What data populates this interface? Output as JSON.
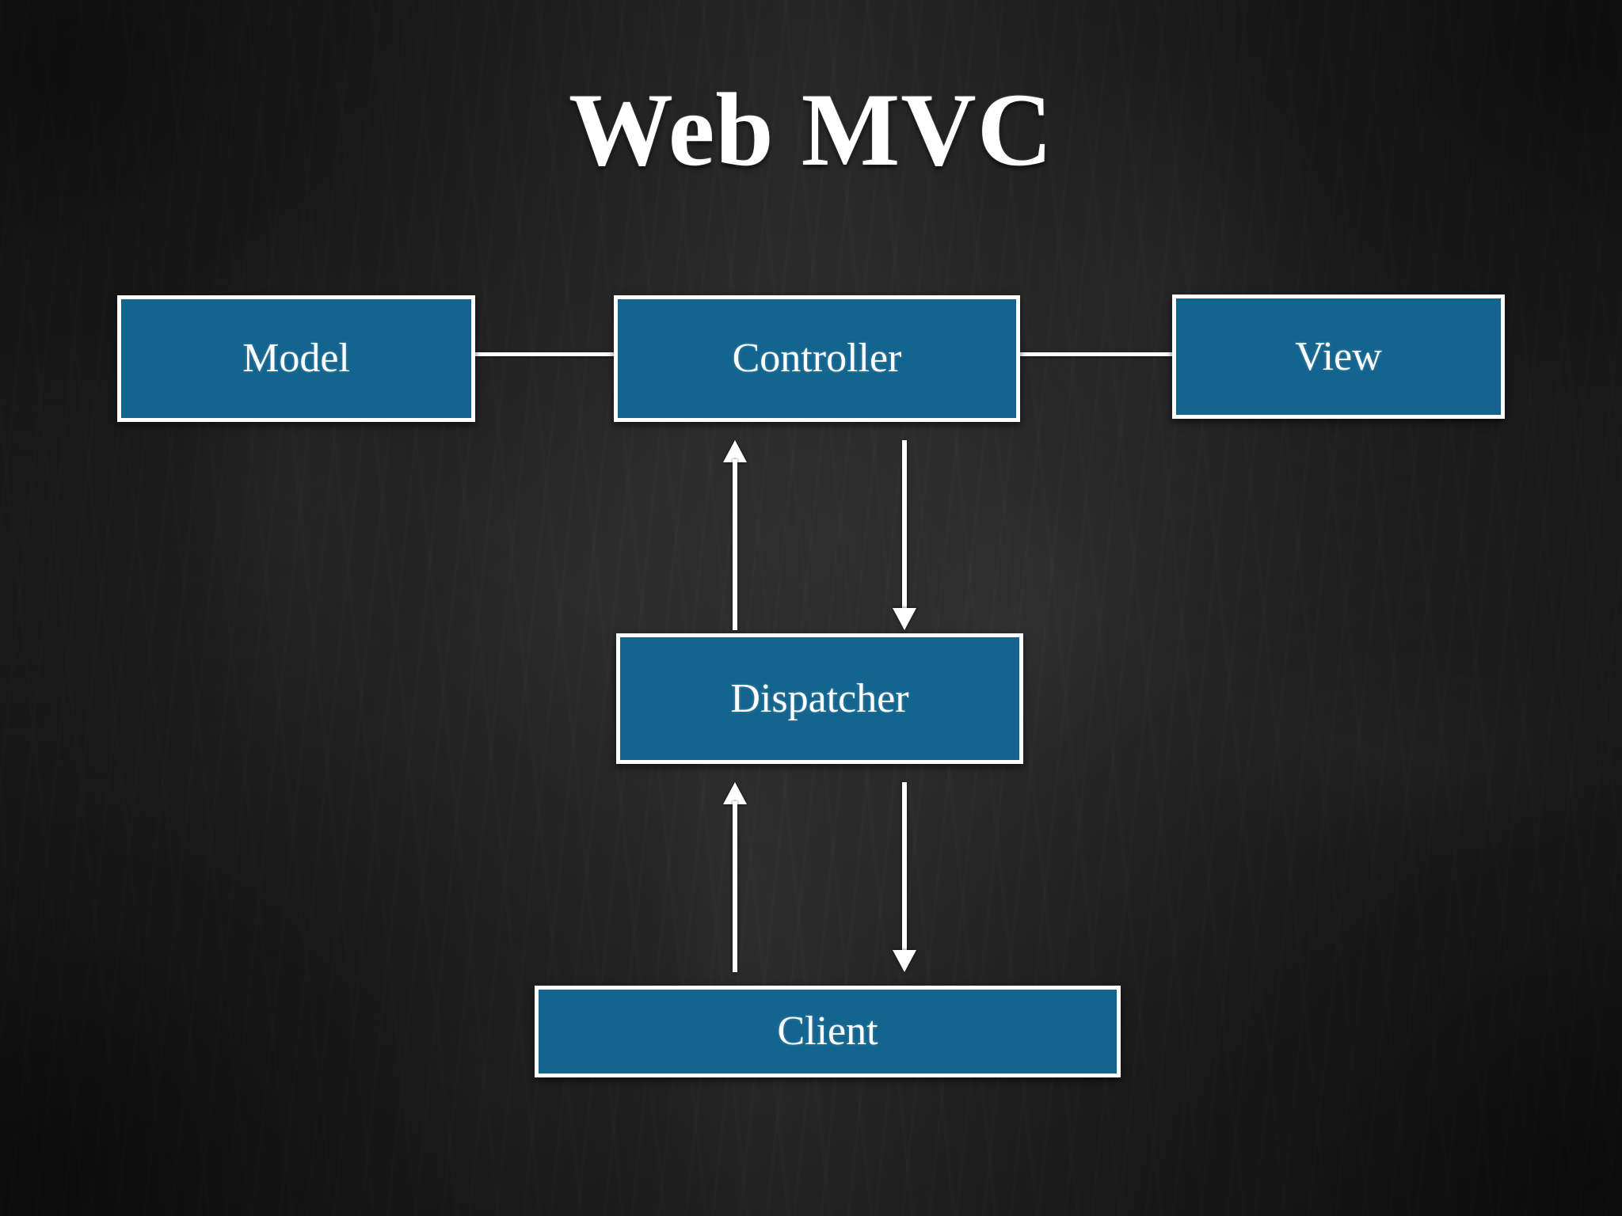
{
  "slide": {
    "title": "Web MVC",
    "background_color": "#1c1c1c",
    "accent_color": "#13658f",
    "border_color": "#ffffff",
    "text_color": "#ffffff"
  },
  "diagram": {
    "type": "flow-diagram",
    "nodes": [
      {
        "id": "model",
        "label": "Model"
      },
      {
        "id": "controller",
        "label": "Controller"
      },
      {
        "id": "view",
        "label": "View"
      },
      {
        "id": "dispatcher",
        "label": "Dispatcher"
      },
      {
        "id": "client",
        "label": "Client"
      }
    ],
    "connectors": [
      {
        "from": "model",
        "to": "controller",
        "style": "line",
        "direction": "none"
      },
      {
        "from": "controller",
        "to": "view",
        "style": "line",
        "direction": "none"
      },
      {
        "from": "dispatcher",
        "to": "controller",
        "style": "arrow",
        "direction": "up"
      },
      {
        "from": "controller",
        "to": "dispatcher",
        "style": "arrow",
        "direction": "down"
      },
      {
        "from": "client",
        "to": "dispatcher",
        "style": "arrow",
        "direction": "up"
      },
      {
        "from": "dispatcher",
        "to": "client",
        "style": "arrow",
        "direction": "down"
      }
    ]
  }
}
